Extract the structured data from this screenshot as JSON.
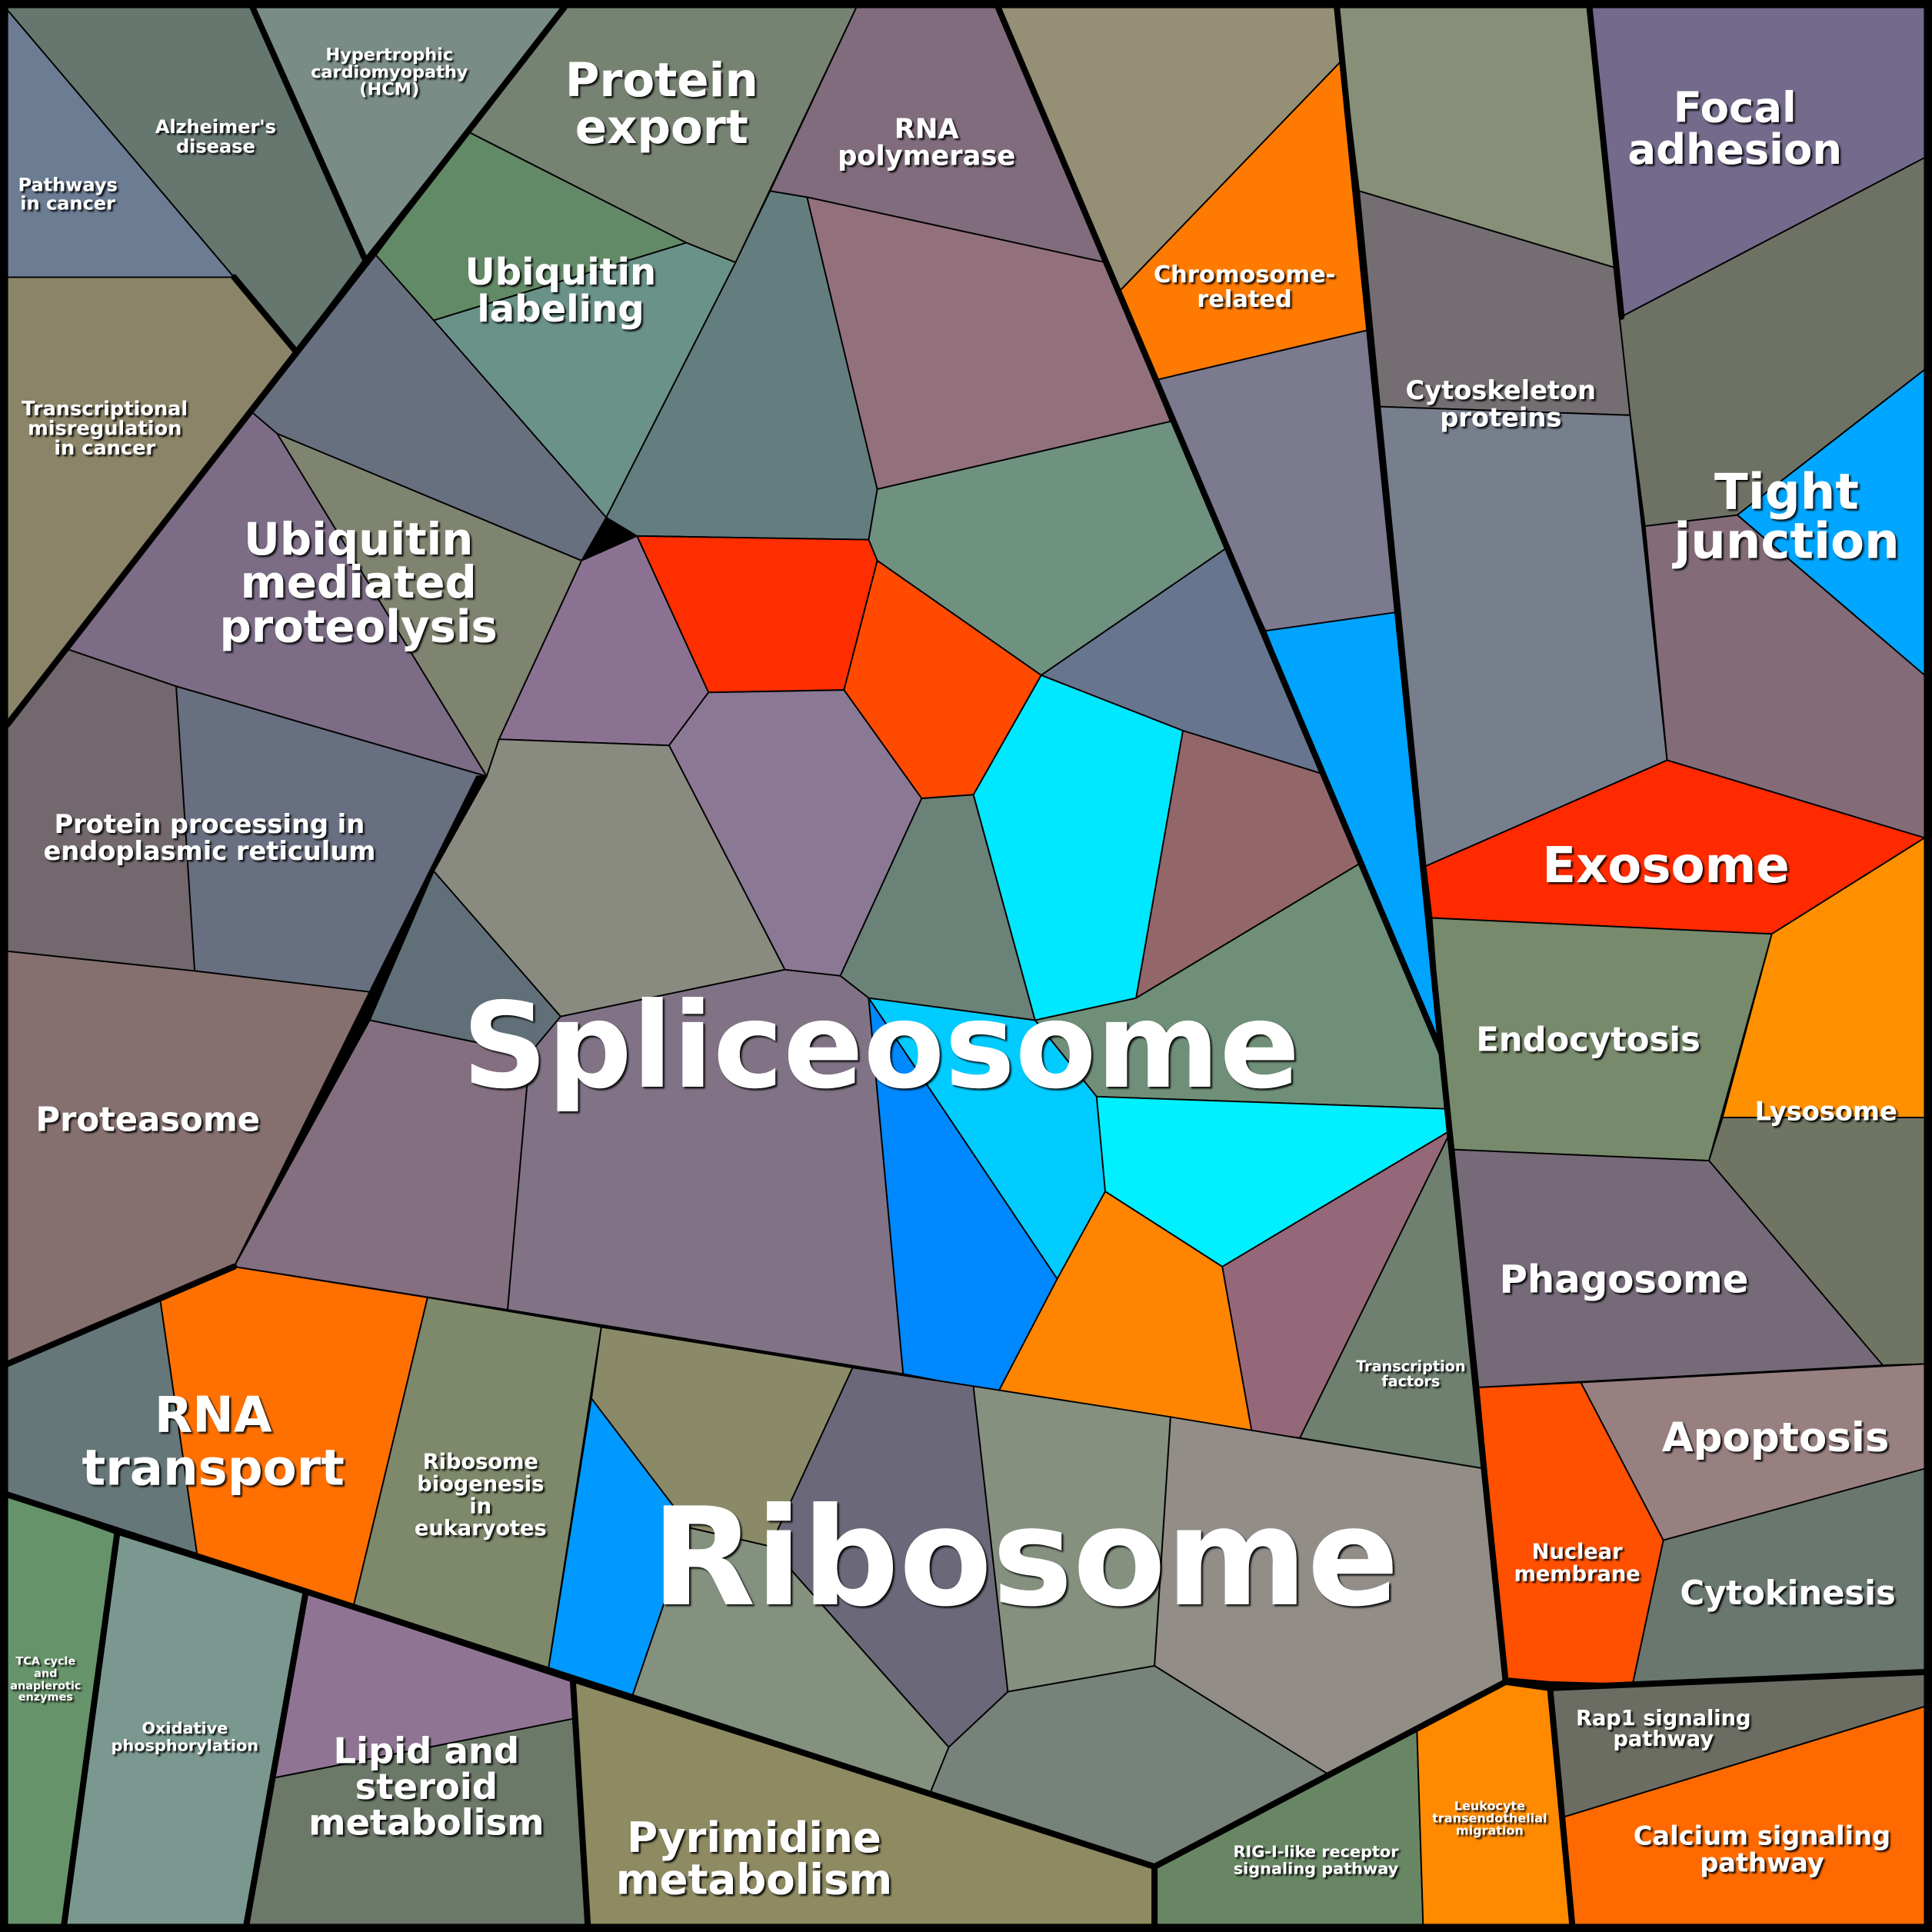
{
  "title": "KEGG pathway Voronoi treemap",
  "labels": {
    "pathways": [
      "Pathways",
      "in cancer"
    ],
    "alzheimers": [
      "Alzheimer's",
      "disease"
    ],
    "hcm": [
      "Hypertrophic",
      "cardiomyopathy",
      "(HCM)"
    ],
    "transcriptional": [
      "Transcriptional",
      "misregulation",
      "in cancer"
    ],
    "protein_export": [
      "Protein",
      "export"
    ],
    "rna_polymerase": [
      "RNA",
      "polymerase"
    ],
    "chromosome": [
      "Chromosome-",
      "related"
    ],
    "ubiquitin_labeling": [
      "Ubiquitin",
      "labeling"
    ],
    "ubiquitin_mediated": [
      "Ubiquitin",
      "mediated",
      "proteolysis"
    ],
    "protein_processing": [
      "Protein processing in",
      "endoplasmic reticulum"
    ],
    "proteasome": [
      "Proteasome"
    ],
    "spliceosome": [
      "Spliceosome"
    ],
    "rna_transport": [
      "RNA",
      "transport"
    ],
    "ribosome_biogenesis": [
      "Ribosome",
      "biogenesis",
      "in",
      "eukaryotes"
    ],
    "ribosome": [
      "Ribosome"
    ],
    "tca": [
      "TCA cycle",
      "and",
      "anaplerotic",
      "enzymes"
    ],
    "oxidative": [
      "Oxidative",
      "phosphorylation"
    ],
    "lipid": [
      "Lipid and",
      "steroid",
      "metabolism"
    ],
    "pyrimidine": [
      "Pyrimidine",
      "metabolism"
    ],
    "focal_adhesion": [
      "Focal",
      "adhesion"
    ],
    "cytoskeleton": [
      "Cytoskeleton",
      "proteins"
    ],
    "tight_junction": [
      "Tight",
      "junction"
    ],
    "exosome": [
      "Exosome"
    ],
    "endocytosis": [
      "Endocytosis"
    ],
    "lysosome": [
      "Lysosome"
    ],
    "phagosome": [
      "Phagosome"
    ],
    "transcription_factors": [
      "Transcription",
      "factors"
    ],
    "apoptosis": [
      "Apoptosis"
    ],
    "nuclear_membrane": [
      "Nuclear",
      "membrane"
    ],
    "cytokinesis": [
      "Cytokinesis"
    ],
    "rap1": [
      "Rap1 signaling",
      "pathway"
    ],
    "calcium": [
      "Calcium signaling",
      "pathway"
    ],
    "rig": [
      "RIG-I-like receptor",
      "signaling pathway"
    ],
    "leukocyte": [
      "Leukocyte",
      "transendothelial",
      "migration"
    ]
  },
  "colors": {
    "border": "#000000",
    "label": "#ffffff",
    "bright_red": "#ff2e00",
    "red_orange": "#ff4a00",
    "orange": "#ff7a00",
    "amber": "#ff9000",
    "cyan": "#00f0ff",
    "sky": "#00ccff",
    "azure": "#00a4ff",
    "blue": "#0088ff"
  }
}
